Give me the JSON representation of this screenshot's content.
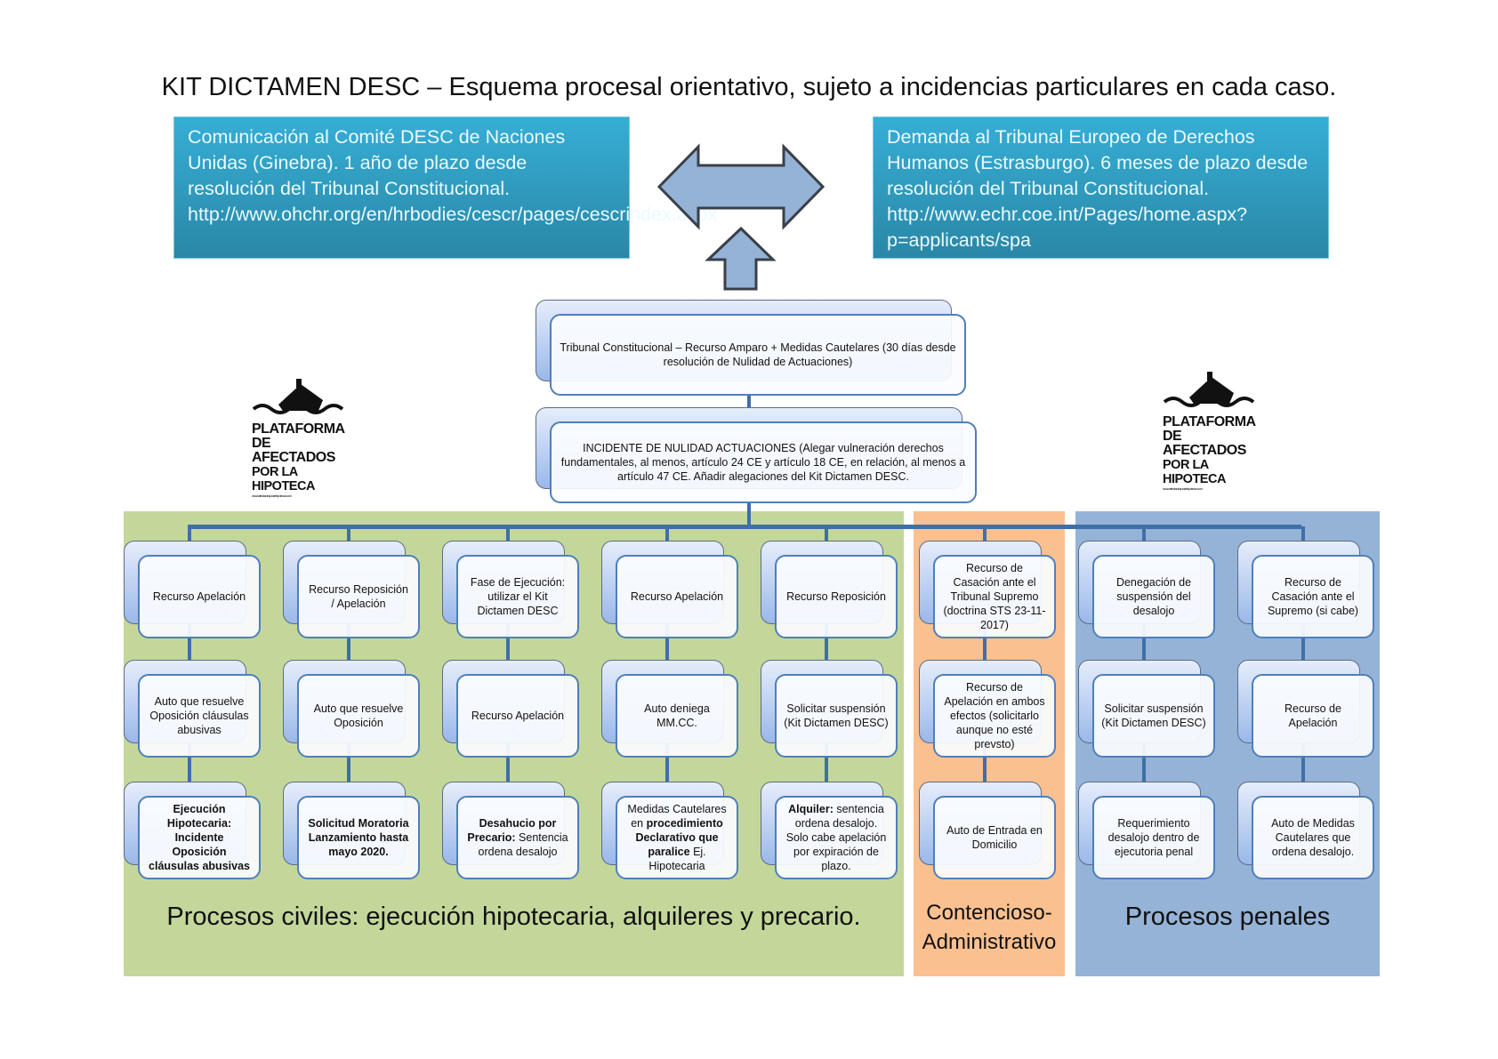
{
  "title": "KIT DICTAMEN DESC – Esquema procesal orientativo, sujeto a incidencias particulares en cada caso.",
  "top_boxes": {
    "left": "Comunicación al Comité DESC de Naciones Unidas (Ginebra). 1 año de plazo desde resolución del Tribunal Constitucional. http://www.ohchr.org/en/hrbodies/cescr/pages/cescrindex.aspx",
    "right": "Demanda al Tribunal Europeo de Derechos Humanos (Estrasburgo). 6 meses de plazo desde resolución del Tribunal Constitucional. http://www.echr.coe.int/Pages/home.aspx?p=applicants/spa"
  },
  "arrows": {
    "double": "double-arrow-left-right-icon",
    "up": "arrow-up-icon"
  },
  "logo": {
    "line1": "PLATAFORMA",
    "line2": "DE AFECTADOS",
    "line3": "POR LA HIPOTECA",
    "url": "www.afectadosporlahipoteca.com"
  },
  "tc_node": "Tribunal Constitucional – Recurso Amparo + Medidas Cautelares (30 días desde resolución de Nulidad de Actuaciones)",
  "incidente_node": "INCIDENTE DE NULIDAD ACTUACIONES (Alegar vulneración derechos fundamentales, al menos, artículo 24 CE y artículo 18 CE, en relación, al menos a artículo 47 CE. Añadir alegaciones del Kit Dictamen DESC.",
  "panels": {
    "civil": {
      "label": "Procesos civiles: ejecución hipotecaria, alquileres y precario.",
      "color": "#c4d79b"
    },
    "contencioso": {
      "label": "Contencioso-Administrativo",
      "color": "#fac090"
    },
    "penal": {
      "label": "Procesos penales",
      "color": "#95b3d7"
    }
  },
  "columns": [
    {
      "row1": "Recurso Apelación",
      "row2": "Auto que resuelve Oposición cláusulas abusivas",
      "row3_bold": "Ejecución Hipotecaria: Incidente Oposición cláusulas abusivas",
      "row3": ""
    },
    {
      "row1": "Recurso Reposición / Apelación",
      "row2": "Auto que resuelve Oposición",
      "row3_bold": "Solicitud Moratoria Lanzamiento hasta mayo 2020.",
      "row3": ""
    },
    {
      "row1": "Fase de Ejecución: utilizar el Kit Dictamen DESC",
      "row2": "Recurso Apelación",
      "row3_bold": "Desahucio por Precario:",
      "row3": " Sentencia ordena desalojo"
    },
    {
      "row1": "Recurso Apelación",
      "row2": "Auto deniega MM.CC.",
      "row3_pre": "Medidas Cautelares en ",
      "row3_bold": "procedimiento Declarativo que paralice",
      "row3": " Ej. Hipotecaria"
    },
    {
      "row1": "Recurso Reposición",
      "row2": "Solicitar suspensión (Kit Dictamen DESC)",
      "row3_bold": "Alquiler:",
      "row3": " sentencia ordena desalojo. Solo cabe apelación por expiración de plazo."
    },
    {
      "row1": "Recurso de Casación ante el Tribunal Supremo (doctrina STS 23-11-2017)",
      "row2": "Recurso de Apelación en ambos efectos (solicitarlo aunque no esté prevsto)",
      "row3_bold": "",
      "row3": "Auto de Entrada en Domicilio"
    },
    {
      "row1": "Denegación de suspensión del desalojo",
      "row2": "Solicitar suspensión (Kit Dictamen DESC)",
      "row3_bold": "",
      "row3": "Requerimiento desalojo dentro de ejecutoria penal"
    },
    {
      "row1": "Recurso de Casación ante el Supremo (si cabe)",
      "row2": "Recurso de Apelación",
      "row3_bold": "",
      "row3": "Auto de Medidas Cautelares que ordena desalojo."
    }
  ]
}
